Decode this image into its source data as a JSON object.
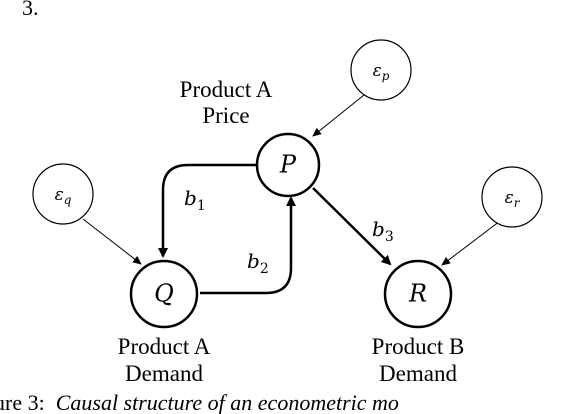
{
  "top_fragment": "3.",
  "nodes": {
    "P": {
      "label": "P",
      "desc_line1": "Product A",
      "desc_line2": "Price"
    },
    "Q": {
      "label": "Q",
      "desc_line1": "Product A",
      "desc_line2": "Demand"
    },
    "R": {
      "label": "R",
      "desc_line1": "Product B",
      "desc_line2": "Demand"
    }
  },
  "errors": {
    "eq": {
      "base": "ε",
      "sub": "q"
    },
    "ep": {
      "base": "ε",
      "sub": "p"
    },
    "er": {
      "base": "ε",
      "sub": "r"
    }
  },
  "edges": {
    "b1": {
      "base": "b",
      "sub": "1"
    },
    "b2": {
      "base": "b",
      "sub": "2"
    },
    "b3": {
      "base": "b",
      "sub": "3"
    }
  },
  "caption": {
    "prefix": "ure 3:",
    "italic": "Causal structure of an econometric mo"
  }
}
